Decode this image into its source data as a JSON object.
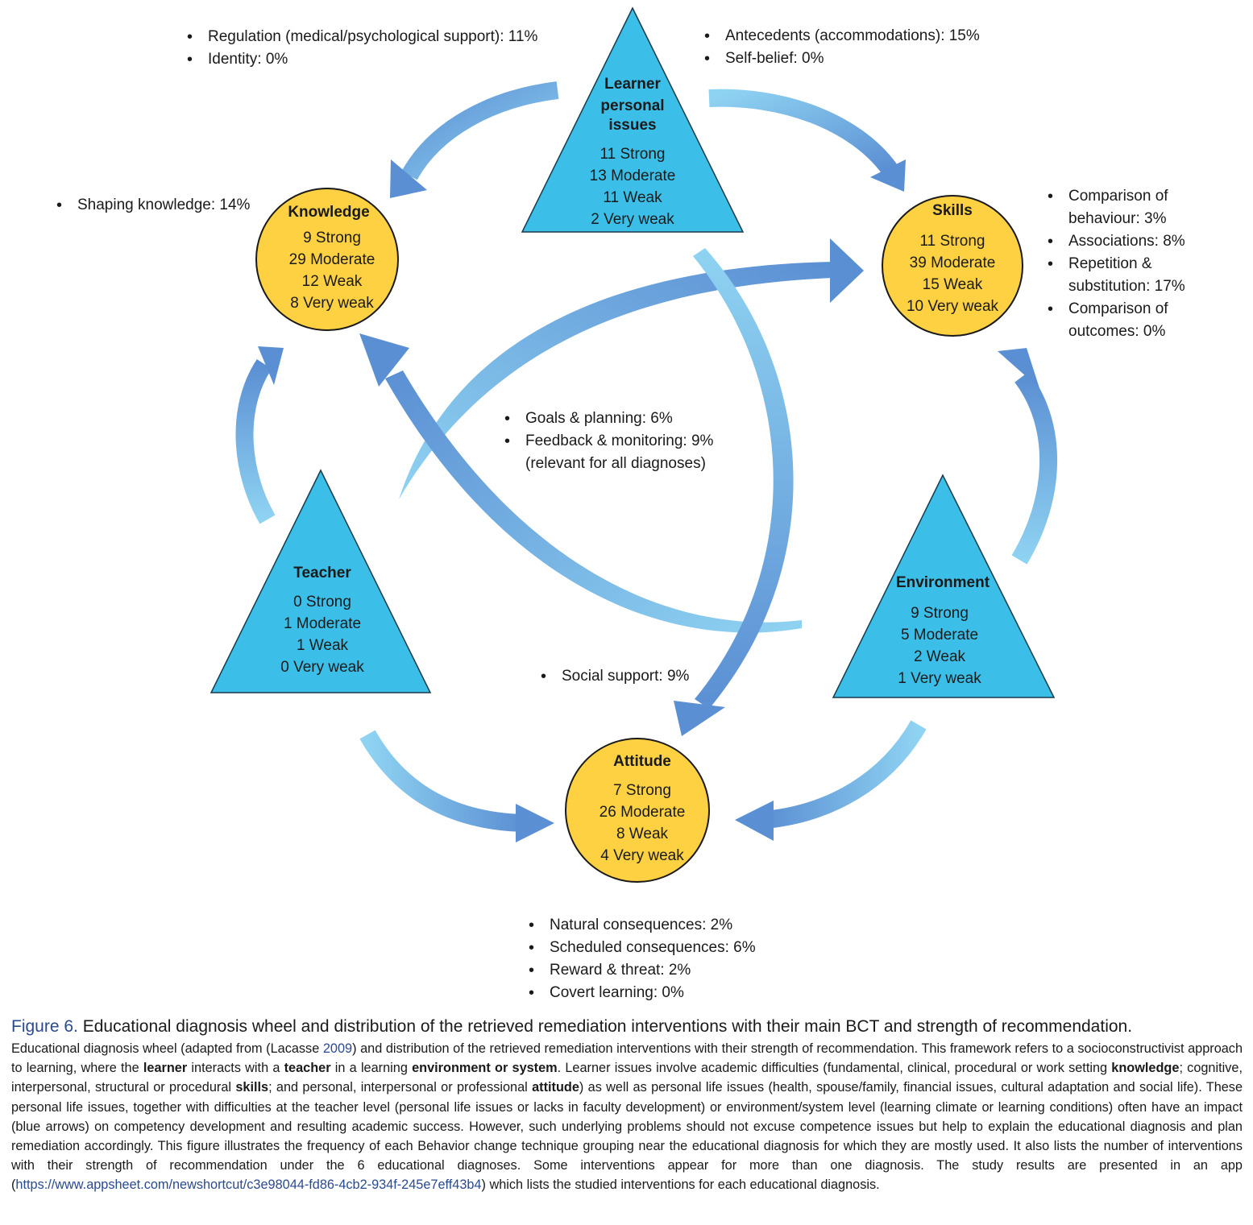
{
  "colors": {
    "triangle": "#3bbfe8",
    "circle": "#fdd142",
    "arrow_light": "#8fd3f2",
    "arrow_dark": "#5b8fd3",
    "caption_label": "#2a4a8f"
  },
  "nodes": {
    "learner": {
      "title_lines": [
        "Learner",
        "personal",
        "issues"
      ],
      "lines": [
        "11 Strong",
        "13 Moderate",
        "11 Weak",
        "2 Very weak"
      ]
    },
    "knowledge": {
      "title_lines": [
        "Knowledge"
      ],
      "lines": [
        "9 Strong",
        "29 Moderate",
        "12 Weak",
        "8 Very weak"
      ]
    },
    "skills": {
      "title_lines": [
        "Skills"
      ],
      "lines": [
        "11 Strong",
        "39 Moderate",
        "15 Weak",
        "10 Very weak"
      ]
    },
    "teacher": {
      "title_lines": [
        "Teacher"
      ],
      "lines": [
        "0 Strong",
        "1 Moderate",
        "1 Weak",
        "0 Very weak"
      ]
    },
    "environment": {
      "title_lines": [
        "Environment"
      ],
      "lines": [
        "9 Strong",
        "5 Moderate",
        "2 Weak",
        "1 Very weak"
      ]
    },
    "attitude": {
      "title_lines": [
        "Attitude"
      ],
      "lines": [
        "7 Strong",
        "26 Moderate",
        "8 Weak",
        "4 Very weak"
      ]
    }
  },
  "lists": {
    "top_left": [
      "Regulation (medical/psychological support): 11%",
      "Identity: 0%"
    ],
    "top_right": [
      "Antecedents (accommodations): 15%",
      "Self-belief: 0%"
    ],
    "left": [
      "Shaping knowledge: 14%"
    ],
    "right": [
      "Comparison of",
      "behaviour: 3%",
      "Associations: 8%",
      "Repetition &",
      "substitution: 17%",
      "Comparison of",
      "outcomes: 0%"
    ],
    "center": [
      "Goals & planning: 6%",
      "Feedback & monitoring: 9%",
      "(relevant for all diagnoses)"
    ],
    "social": [
      "Social support: 9%"
    ],
    "bottom": [
      "Natural consequences: 2%",
      "Scheduled consequences: 6%",
      "Reward & threat: 2%",
      "Covert learning: 0%"
    ]
  },
  "caption": {
    "label": "Figure 6.",
    "title": "Educational diagnosis wheel and distribution of the retrieved remediation interventions with their main BCT and strength of recommendation.",
    "t1": "Educational diagnosis wheel (adapted from (Lacasse ",
    "cite_year": "2009",
    "t2": ") and distribution of the retrieved remediation interventions with their strength of recommendation. This framework refers to a socioconstructivist approach to learning, where the ",
    "b1": "learner",
    "t3": " interacts with a ",
    "b2": "teacher",
    "t4": " in a learning ",
    "b3": "environment or system",
    "t5": ". Learner issues involve academic difficulties (fundamental, clinical, procedural or work setting ",
    "b4": "knowledge",
    "t6": "; cognitive, interpersonal, structural or procedural ",
    "b5": "skills",
    "t7": "; and personal, interpersonal or professional ",
    "b6": "attitude",
    "t8": ") as well as personal life issues (health, spouse/family, financial issues, cultural adaptation and social life). These personal life issues, together with difficulties at the teacher level (personal life issues or lacks in faculty development) or environment/system level (learning climate or learning conditions) often have an impact (blue arrows) on competency development and resulting academic success. However, such underlying problems should not excuse competence issues but help to explain the educational diagnosis and plan remediation accordingly. This figure illustrates the frequency of each Behavior change technique grouping near the educational diagnosis for which they are mostly used. It also lists the number of interventions with their strength of recommendation under the 6 educational diagnoses. Some interventions appear for more than one diagnosis. The study results are presented in an app (",
    "url": "https://www.appsheet.com/newshortcut/c3e98044-fd86-4cb2-934f-245e7eff43b4",
    "t9": ") which lists the studied interventions for each educational diagnosis."
  }
}
